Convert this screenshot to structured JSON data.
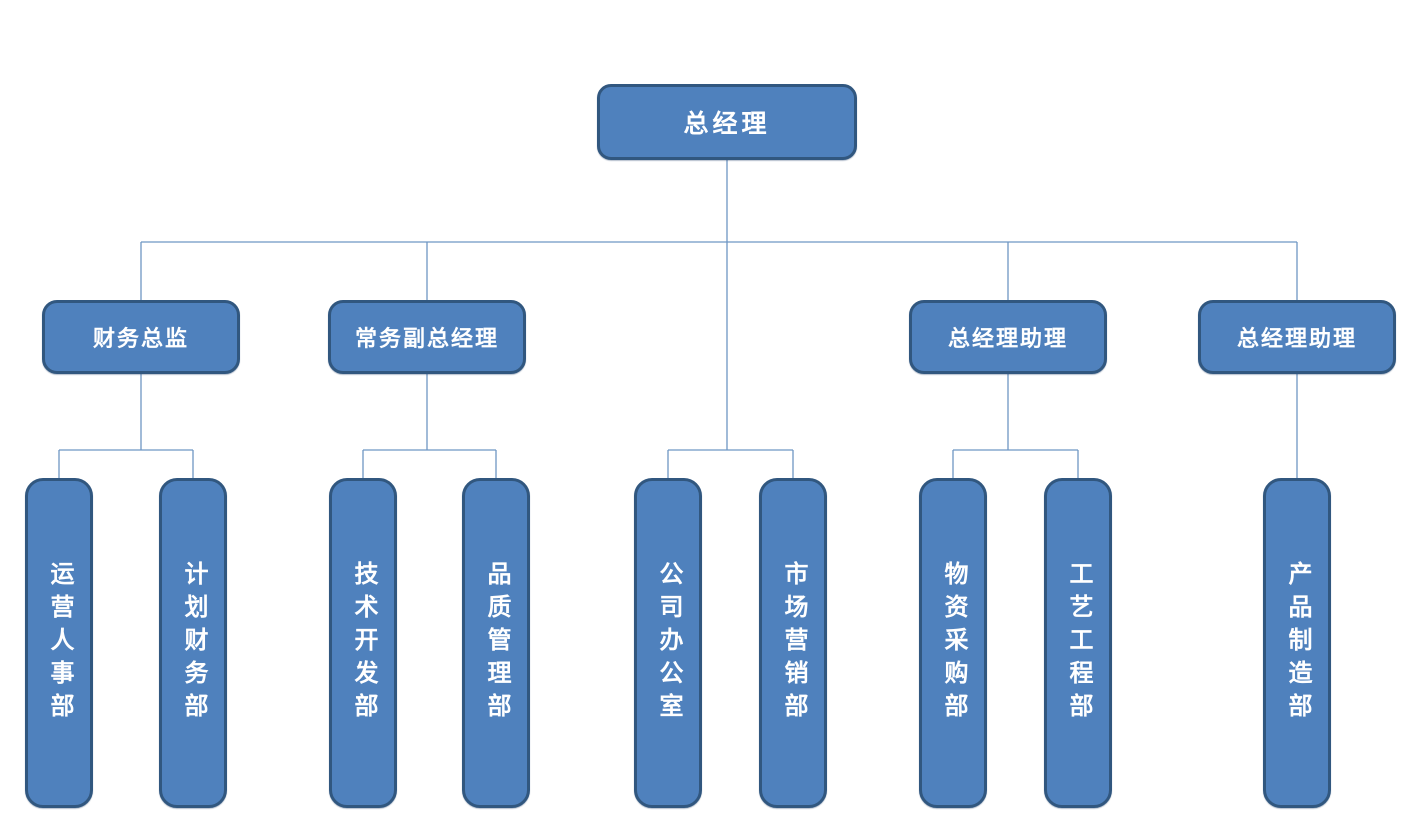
{
  "diagram": {
    "type": "org-chart",
    "colors": {
      "node_fill": "#4f81bd",
      "node_border": "#31577f",
      "connector": "#6e96c4",
      "text": "#ffffff"
    },
    "root": {
      "label": "总经理"
    },
    "level2": [
      {
        "id": "finance-director",
        "label": "财务总监",
        "parent": "root"
      },
      {
        "id": "executive-deputy-gm",
        "label": "常务副总经理",
        "parent": "root"
      },
      {
        "id": "gm-assistant-1",
        "label": "总经理助理",
        "parent": "root"
      },
      {
        "id": "gm-assistant-2",
        "label": "总经理助理",
        "parent": "root"
      }
    ],
    "departments": [
      {
        "id": "operations-hr",
        "label": "运营人事部",
        "parent": "finance-director"
      },
      {
        "id": "planning-finance",
        "label": "计划财务部",
        "parent": "finance-director"
      },
      {
        "id": "tech-development",
        "label": "技术开发部",
        "parent": "executive-deputy-gm"
      },
      {
        "id": "quality-management",
        "label": "品质管理部",
        "parent": "executive-deputy-gm"
      },
      {
        "id": "company-office",
        "label": "公司办公室",
        "parent": "root"
      },
      {
        "id": "marketing",
        "label": "市场营销部",
        "parent": "root"
      },
      {
        "id": "materials-procurement",
        "label": "物资采购部",
        "parent": "gm-assistant-1"
      },
      {
        "id": "process-engineering",
        "label": "工艺工程部",
        "parent": "gm-assistant-1"
      },
      {
        "id": "product-manufacturing",
        "label": "产品制造部",
        "parent": "gm-assistant-2"
      }
    ]
  }
}
